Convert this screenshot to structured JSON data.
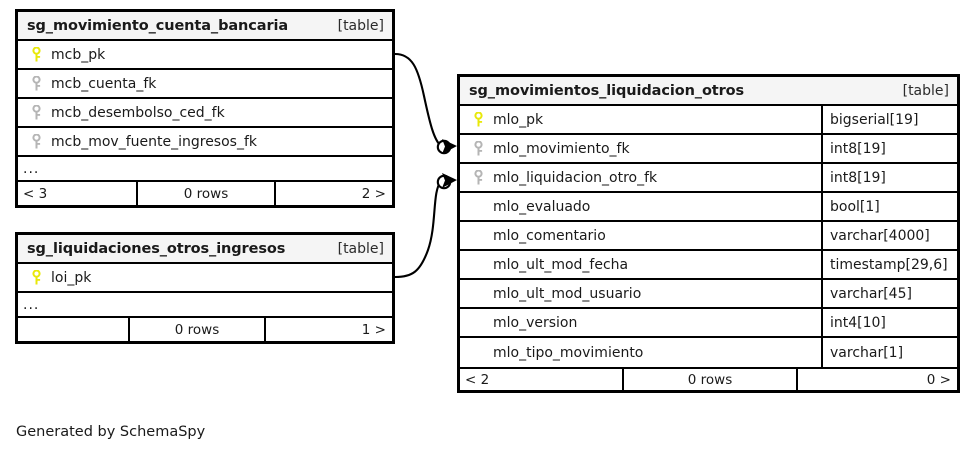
{
  "diagram": {
    "caption": "Generated by SchemaSpy",
    "kind_label": "[table]",
    "rows_label": "0 rows",
    "pk_icon": "key-icon-primary",
    "fk_icon": "key-icon-foreign",
    "pk_color": "#e8e80a",
    "fk_color": "#b5b5b5",
    "header_bg": "#f5f5f5",
    "border_color": "#000000",
    "ellipsis": "..."
  },
  "tables": {
    "movimiento_cuenta_bancaria": {
      "name": "sg_movimiento_cuenta_bancaria",
      "kind": "[table]",
      "columns": [
        {
          "key": "pk",
          "name": "mcb_pk",
          "type": ""
        },
        {
          "key": "fk",
          "name": "mcb_cuenta_fk",
          "type": ""
        },
        {
          "key": "fk",
          "name": "mcb_desembolso_ced_fk",
          "type": ""
        },
        {
          "key": "fk",
          "name": "mcb_mov_fuente_ingresos_fk",
          "type": ""
        }
      ],
      "truncated": "...",
      "footer": {
        "left": "< 3",
        "middle": "0 rows",
        "right": "2 >"
      }
    },
    "liquidaciones_otros_ingresos": {
      "name": "sg_liquidaciones_otros_ingresos",
      "kind": "[table]",
      "columns": [
        {
          "key": "pk",
          "name": "loi_pk",
          "type": ""
        }
      ],
      "truncated": "...",
      "footer": {
        "left": "",
        "middle": "0 rows",
        "right": "1 >"
      }
    },
    "movimientos_liquidacion_otros": {
      "name": "sg_movimientos_liquidacion_otros",
      "kind": "[table]",
      "columns": [
        {
          "key": "pk",
          "name": "mlo_pk",
          "type": "bigserial[19]"
        },
        {
          "key": "fk",
          "name": "mlo_movimiento_fk",
          "type": "int8[19]"
        },
        {
          "key": "fk",
          "name": "mlo_liquidacion_otro_fk",
          "type": "int8[19]"
        },
        {
          "key": "none",
          "name": "mlo_evaluado",
          "type": "bool[1]"
        },
        {
          "key": "none",
          "name": "mlo_comentario",
          "type": "varchar[4000]"
        },
        {
          "key": "none",
          "name": "mlo_ult_mod_fecha",
          "type": "timestamp[29,6]"
        },
        {
          "key": "none",
          "name": "mlo_ult_mod_usuario",
          "type": "varchar[45]"
        },
        {
          "key": "none",
          "name": "mlo_version",
          "type": "int4[10]"
        },
        {
          "key": "none",
          "name": "mlo_tipo_movimiento",
          "type": "varchar[1]"
        }
      ],
      "truncated": "",
      "footer": {
        "left": "< 2",
        "middle": "0 rows",
        "right": "0 >"
      }
    }
  },
  "relationships": [
    {
      "id": "rel-mcb-to-mlo",
      "from_table": "sg_movimiento_cuenta_bancaria",
      "from_column": "mcb_pk",
      "to_table": "sg_movimientos_liquidacion_otros",
      "to_column": "mlo_movimiento_fk"
    },
    {
      "id": "rel-loi-to-mlo",
      "from_table": "sg_liquidaciones_otros_ingresos",
      "from_column": "loi_pk",
      "to_table": "sg_movimientos_liquidacion_otros",
      "to_column": "mlo_liquidacion_otro_fk"
    }
  ]
}
